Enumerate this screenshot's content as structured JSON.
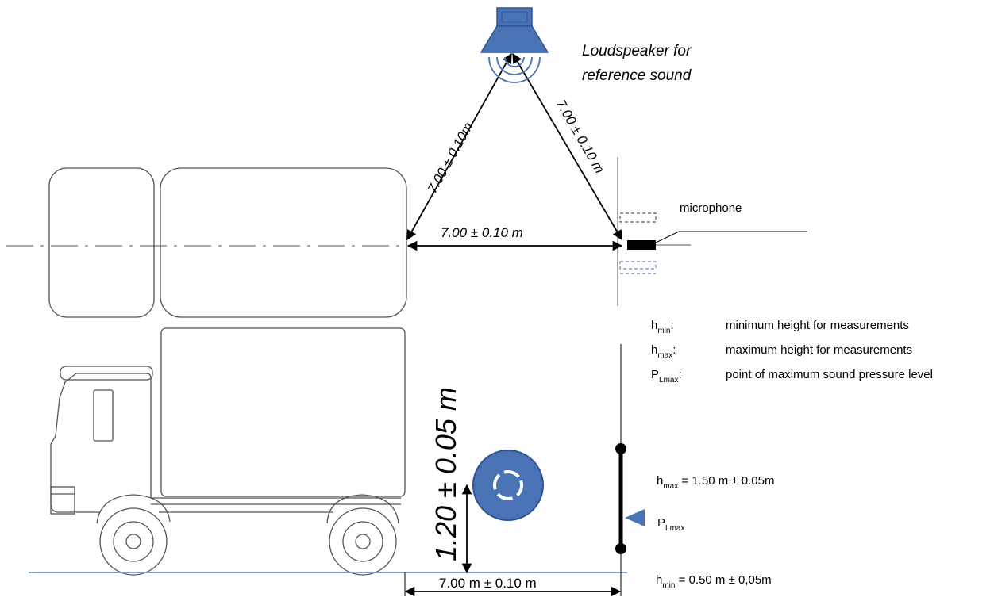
{
  "loudspeaker": {
    "label_line1": "Loudspeaker for",
    "label_line2": "reference sound"
  },
  "dimensions": {
    "left_diagonal": "7.00 ± 0.10m",
    "right_diagonal": "7.00 ± 0.10 m",
    "horizontal_top": "7.00 ± 0.10 m",
    "vertical_height": "1.20 ± 0.05 m",
    "ground_distance": "7.00 m ± 0.10 m"
  },
  "microphone": {
    "label": "microphone"
  },
  "legend": [
    {
      "symbol": "h",
      "sub": "min",
      "suffix": ":",
      "description": "minimum height for measurements"
    },
    {
      "symbol": "h",
      "sub": "max",
      "suffix": ":",
      "description": "maximum height for measurements"
    },
    {
      "symbol": "P",
      "sub": "Lmax",
      "suffix": ":",
      "description": "point of maximum sound pressure level"
    }
  ],
  "pole_labels": {
    "hmax": {
      "symbol": "h",
      "sub": "max",
      "value": " = 1.50 m ± 0.05m"
    },
    "plmax": {
      "symbol": "P",
      "sub": "Lmax"
    },
    "hmin": {
      "symbol": "h",
      "sub": "min",
      "value": " = 0.50 m ± 0,05m"
    }
  },
  "colors": {
    "accent_blue": "#4a73b5",
    "accent_blue_dark": "#2f5597",
    "ground_line": "#7ba3cc",
    "outline": "#555555"
  }
}
